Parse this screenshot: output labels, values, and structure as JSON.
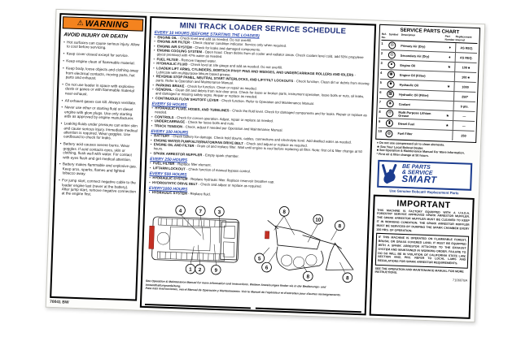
{
  "colors": {
    "warning_orange": "#F4831F",
    "heading_blue": "#2847B0",
    "title_navy": "#1E2F7A",
    "logo_blue": "#1B3C8F",
    "diagram_red": "#C43024"
  },
  "label": {
    "warning_panel": {
      "header": "WARNING",
      "title": "AVOID INJURY OR DEATH",
      "bullets": [
        "Hot surfaces can cause serious injury. Allow to cool before servicing.",
        "Keep cover closed except for service.",
        "Keep engine clean of flammable material.",
        "Keep body, loose objects and clothing away from electrical contacts, moving parts, hot parts and exhaust.",
        "Do not use loader in space with explosive dusts or gases or with flammable material near exhaust.",
        "All exhaust gases can kill. Always ventilate.",
        "Never use ether or starting fluid on diesel engine with glow plugs. Use only starting aids as approved by engine manufacturer.",
        "Leaking fluids under pressure can enter skin and cause serious injury. Immediate medical attention is required. Wear goggles. Use cardboard to check for leaks.",
        "Battery acid causes severe burns. Wear goggles. If acid contacts eyes, skin or clothing, flush well with water. For contact with eyes flush and get medical attention.",
        "Battery makes flammable and explosive gas. Keep arcs, sparks, flames and lighted tobacco away.",
        "For jump start, connect negative cable to the loader engine last (never at the battery). After jump start, remove negative connection at the engine first."
      ],
      "part_number": "70041 BW"
    },
    "schedule_panel": {
      "title": "MINI TRACK LOADER SERVICE SCHEDULE",
      "sections": [
        {
          "heading": "EVERY 10 HOURS (BEFORE STARTING THE LOADER)",
          "items": [
            {
              "n": "ENGINE OIL",
              "t": "- Check level and add as needed. Do not overfill."
            },
            {
              "n": "ENGINE AIR FILTER",
              "t": "- Check cleaner condition indicator. Service only when required."
            },
            {
              "n": "ENGINE AIR SYSTEM",
              "t": "- Check for leaks and damaged components."
            },
            {
              "n": "ENGINE COOLING SYSTEM",
              "t": "- Open hood. Clean debris from oil cooler and radiator areas. Check coolant level cold, add 53% propylene glycol premixed with 47% water as needed."
            },
            {
              "n": "FUEL FILTER",
              "t": "- Remove trapped water."
            },
            {
              "n": "HYDRAULIC FLUID",
              "t": "- Check level at site gauge and add as needed. Do not overfill."
            },
            {
              "n": "LOADER LIFT ARMS, CYLINDERS, BOBTACH PIVOT PINS AND WEDGES, AND UNDERCARRIAGE ROLLERS AND IDLERS",
              "t": "- Lubricate with multipurpose lithium based grease."
            },
            {
              "n": "REVERSE STOP PANEL, NEUTRAL START INTERLOCKS, AND LIFT/TILT LOCKOUTS",
              "t": "- Check function. Clean dirt or debris from moving parts. Refer to Operation and Maintenance Manual."
            },
            {
              "n": "PARKING BRAKE",
              "t": "- Check for function. Clean or repair as needed."
            },
            {
              "n": "GENERAL",
              "t": "- Clean dirt and debris from rear door area. Check for loose or broken parts, instrument operation, loose bolts or nuts, oil leaks, and damaged or missing safety signs. Repair or replace as needed."
            },
            {
              "n": "CONTINUOUS FLOW SHUTOFF LEVER",
              "t": "- Check function. Refer to Operation and Maintenance Manual."
            }
          ]
        },
        {
          "heading": "EVERY 50 HOURS",
          "items": [
            {
              "n": "HYDRAULIC FLUID, HOSES, AND TUBELINES",
              "t": "- Check the fluid level. Check for damaged components and for leaks. Repair or replace as needed."
            },
            {
              "n": "CONTROLS",
              "t": "- Check for correct operation. Adjust, repair or replace as needed."
            },
            {
              "n": "UNDERCARRIAGE",
              "t": "- Check for loose bolts and nuts."
            },
            {
              "n": "TRACK TENSION",
              "t": "- Check, adjust if needed per Operation and Maintenance Manual."
            }
          ]
        },
        {
          "heading": "EVERY 100 HOURS",
          "items": [
            {
              "n": "BATTERY",
              "t": "- Check battery for damage. Check hold downs, cables, connections and electrolyte level. Add distilled water as needed."
            },
            {
              "n": "ENGINE WATER PUMP/ALTERNATOR/FAN DRIVE BELT",
              "t": "- Check and adjust or replace as required."
            },
            {
              "n": "ENGINE OIL AND FILTER",
              "t": "- Drain oil and replace filter. Wait until engine is cool before replacing oil filter. Note: first oil & filter change at 50 hours."
            },
            {
              "n": "SPARK ARRESTOR MUFFLER",
              "t": "- Empty spark chamber."
            }
          ]
        },
        {
          "heading": "EVERY 250 HOURS",
          "items": [
            {
              "n": "FUEL FILTER",
              "t": "- Replace filter element."
            },
            {
              "n": "LIFTARM LOCKOUT",
              "t": "- Check function of manual bypass control."
            }
          ]
        },
        {
          "heading": "EVERY 500 HOURS",
          "items": [
            {
              "n": "HYDRAULIC SYSTEM",
              "t": "- Replace hydraulic filter. Replace reservoir breather cap."
            },
            {
              "n": "HYDROSTATIC DRIVE BELT",
              "t": "- Check and adjust or replace as required."
            }
          ]
        },
        {
          "heading": "EVERY1000 HOURS",
          "items": [
            {
              "n": "HYDRAULIC SYSTEM",
              "t": "- Replace fluid."
            }
          ]
        }
      ],
      "diagrams": {
        "top_view": {
          "callouts": [
            "4",
            "7",
            "3",
            "1",
            "2",
            "9"
          ]
        },
        "side_view": {
          "callouts": [
            "8",
            "10",
            "8",
            "5",
            "6",
            "8",
            "8"
          ]
        }
      },
      "footer_line1": "See Operation & Maintenance Manual for more information and instructions.      Weitere Anweisungen finden sie in der Bedienungs- und Instandhaltungsanleitung.",
      "footer_line2": "Para más instrucciones, vea el Manual de Operación y Mantenimiento.      Voir le Manuel de l'opérateur et d'entretien pour d'autres renseignements."
    },
    "parts_chart": {
      "title": "SERVICE PARTS CHART",
      "headers": {
        "ref": "Ref. No.",
        "symbol": "Symbol",
        "description": "Description",
        "part": "Part Number",
        "interval": "Replacement Interval"
      },
      "rows": [
        {
          "ref": "1",
          "icon": "air-filter-primary-icon",
          "sym": "◎",
          "desc": "Primary Air (Dry)",
          "mark": "♦",
          "interval": "AS REQ."
        },
        {
          "ref": "2",
          "icon": "air-filter-secondary-icon",
          "sym": "◎",
          "desc": "Secondary Air (Dry)",
          "mark": "♦",
          "interval": "AS REQ."
        },
        {
          "ref": "3",
          "icon": "engine-oil-icon",
          "sym": "●",
          "desc": "Engine Oil",
          "mark": "★",
          "interval": "100 ■"
        },
        {
          "ref": "4",
          "icon": "engine-oil-filter-icon",
          "sym": "◉",
          "desc": "Engine Oil (Filter)",
          "mark": "",
          "interval": "100 ■"
        },
        {
          "ref": "5",
          "icon": "hydraulic-oil-icon",
          "sym": "■",
          "desc": "Hydraulic Oil",
          "mark": "★",
          "interval": "1000"
        },
        {
          "ref": "6",
          "icon": "hydraulic-oil-filter-icon",
          "sym": "▦",
          "desc": "Hydraulic Oil (Filter)",
          "mark": "",
          "interval": "250*"
        },
        {
          "ref": "7",
          "icon": "coolant-icon",
          "sym": "◈",
          "desc": "Coolant",
          "mark": "",
          "interval": "9 pts."
        },
        {
          "ref": "8",
          "icon": "grease-icon",
          "sym": "⊖",
          "desc": "Multi-Purpose Lithium Grease",
          "mark": "★",
          "interval": "—"
        },
        {
          "ref": "9",
          "icon": "diesel-fuel-icon",
          "sym": "▮",
          "desc": "Diesel Fuel",
          "mark": "★",
          "interval": "—"
        },
        {
          "ref": "10",
          "icon": "fuel-filter-icon",
          "sym": "◍",
          "desc": "Fuel Filter",
          "mark": "",
          "interval": "250"
        }
      ],
      "footnotes": [
        "♦  Do not use compressed air to clean elements.",
        "★  See Your Local Bobcat Dealer.",
        "■  See Operation & Maintenance Manual For More Information.",
        "*  First oil & filter change at 50 hours."
      ]
    },
    "parts_smart": {
      "line1": "BE PARTS",
      "line2": "& SERVICE",
      "line3": "SMART",
      "caption": "Use Genuine Bobcat® Replacement Parts"
    },
    "important_panel": {
      "title": "IMPORTANT",
      "body": "THIS MACHINE IS FACTORY EQUIPPED WITH A U.S.D.A. FORESTRY SERVICE APPROVED SPARK ARRESTOR MUFFLER. THE SPARK ARRESTOR MUFFLER MUST BE CLEANED TO KEEP IT IN WORKING CONDITION. THE SPARK ARRESTOR MUFFLER MUST BE SERVICED BY DUMPING THE SPARK CHAMBER EVERY 100 HRS. OF OPERATION.",
      "boxed": "IF THIS MACHINE IS OPERATED ON FLAMMABLE FOREST, BRUSH, OR GRASS COVERED LAND, IT MUST BE EQUIPPED WITH A SPARK ARRESTOR ATTACHED TO THE EXHAUST SYSTEM AND MAINTAINED IN WORKING ORDER. FAILURE TO DO SO WILL BE IN VIOLATION OF CALIFORNIA STATE LAW, SECTION 4442, PRC. REFER TO LOCAL LAWS AND REGULATIONS FOR SPARK ARRESTOR REQUIREMENTS.",
      "footer": "SEE THE OPERATION AND MAINTENANCE MANUAL FOR MORE INSTRUCTIONS.",
      "part_number": "7106078A"
    }
  }
}
